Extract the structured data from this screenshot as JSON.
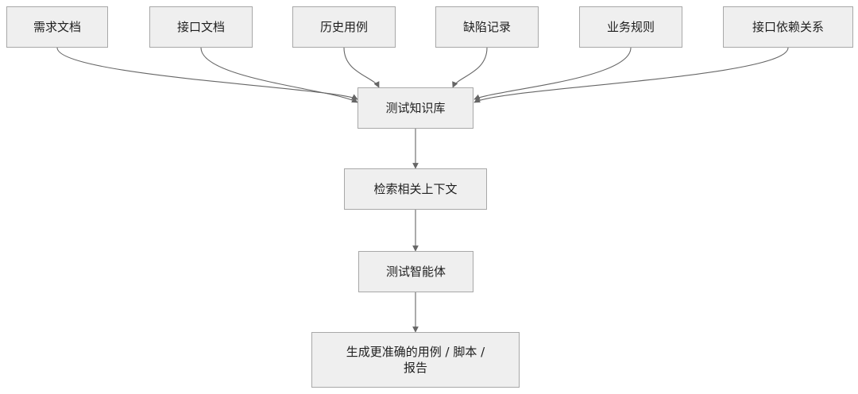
{
  "sources": [
    {
      "id": "src-0",
      "label": "需求文档"
    },
    {
      "id": "src-1",
      "label": "接口文档"
    },
    {
      "id": "src-2",
      "label": "历史用例"
    },
    {
      "id": "src-3",
      "label": "缺陷记录"
    },
    {
      "id": "src-4",
      "label": "业务规则"
    },
    {
      "id": "src-5",
      "label": "接口依赖关系"
    }
  ],
  "knowledge_base": {
    "label": "测试知识库"
  },
  "retrieval": {
    "label": "检索相关上下文"
  },
  "agent": {
    "label": "测试智能体"
  },
  "output": {
    "line1": "生成更准确的用例 / 脚本 /",
    "line2": "报告"
  },
  "edges": [
    {
      "from": "src-0",
      "to": "kb"
    },
    {
      "from": "src-1",
      "to": "kb"
    },
    {
      "from": "src-2",
      "to": "kb"
    },
    {
      "from": "src-3",
      "to": "kb"
    },
    {
      "from": "src-4",
      "to": "kb"
    },
    {
      "from": "src-5",
      "to": "kb"
    },
    {
      "from": "kb",
      "to": "ret"
    },
    {
      "from": "ret",
      "to": "agent"
    },
    {
      "from": "agent",
      "to": "out"
    }
  ],
  "colors": {
    "node_fill": "#efefef",
    "node_border": "#a8a8a8",
    "edge": "#666666",
    "text": "#1f1f1f"
  }
}
